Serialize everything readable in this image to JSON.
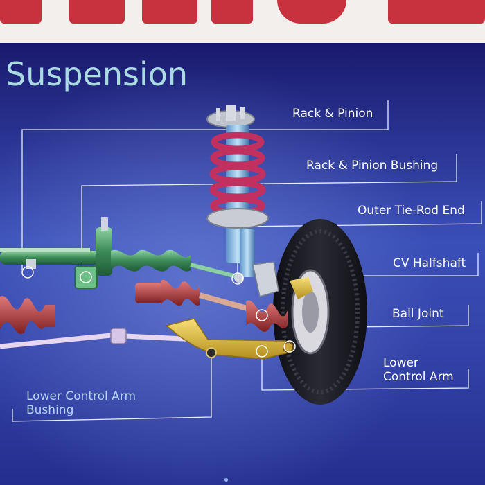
{
  "title": "Suspension",
  "labels": {
    "rack_pinion": "Rack & Pinion",
    "rack_pinion_bushing": "Rack & Pinion Bushing",
    "outer_tie_rod_end": "Outer Tie-Rod End",
    "cv_halfshaft": "CV Halfshaft",
    "ball_joint": "Ball Joint",
    "lower_control_arm": [
      "Lower",
      "Control Arm"
    ],
    "lower_control_arm_bushing": [
      "Lower Control Arm",
      "Bushing"
    ]
  },
  "colors": {
    "background_top": "#1a1a6e",
    "background_bottom": "#2f3aa0",
    "title": "#a9dbe0",
    "callout_line": "#e8ecf4",
    "spring": "#c2305f",
    "rack": "#3e8f5a",
    "control_arm": "#e4c23c",
    "tire": "#1b1b22",
    "boot": "#b33a3a"
  }
}
